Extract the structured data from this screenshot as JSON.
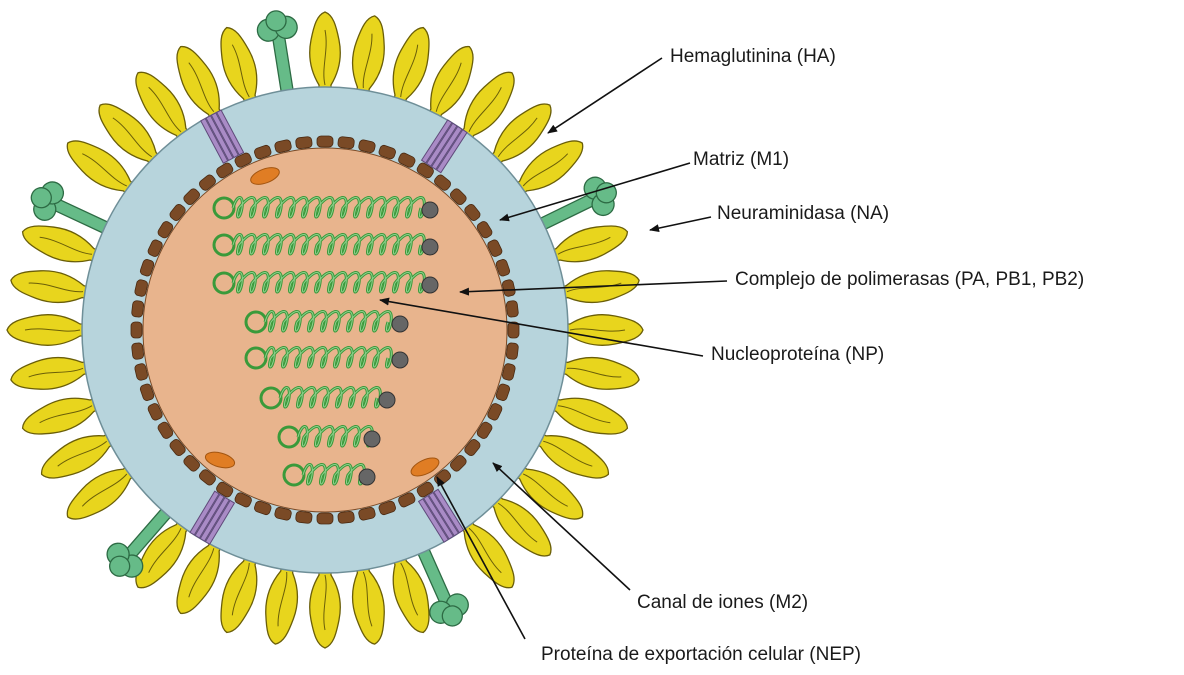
{
  "labels": {
    "ha": "Hemaglutinina (HA)",
    "m1": "Matriz (M1)",
    "na": "Neuraminidasa (NA)",
    "polymerase": "Complejo de polimerasas (PA, PB1, PB2)",
    "np": "Nucleoproteína (NP)",
    "m2": "Canal de iones (M2)",
    "nep": "Proteína de exportación celular (NEP)"
  },
  "colors": {
    "hemagglutinin": "#e8d51d",
    "hemagglutinin_stroke": "#6a5e08",
    "neuraminidase": "#66bb88",
    "neuraminidase_stroke": "#2d6b44",
    "membrane": "#b7d4dc",
    "matrix": "#7a4a26",
    "core": "#e8b48d",
    "rnp": "#3a9a3a",
    "polymerase": "#666666",
    "ion_channel": "#a98bc6",
    "nep": "#e07d24"
  }
}
